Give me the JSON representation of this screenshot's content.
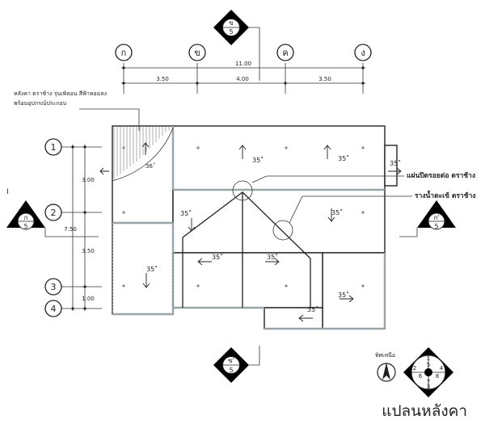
{
  "drawing_title": "แปลนหลังคา",
  "grid_top": {
    "labels": [
      "ก",
      "ข",
      "ค",
      "ง"
    ],
    "total": "11.00",
    "spans": [
      "3.50",
      "4.00",
      "3.50"
    ]
  },
  "grid_left": {
    "labels": [
      "1",
      "2",
      "3",
      "4"
    ],
    "total": "7.50",
    "spans": [
      "3.00",
      "3.50",
      "1.00"
    ]
  },
  "sections": {
    "top": {
      "letter": "ข",
      "sheet": "5"
    },
    "bottom": {
      "letter": "ข'",
      "sheet": "5"
    },
    "left": {
      "letter": "ก",
      "sheet": "5"
    },
    "right": {
      "letter": "ก'",
      "sheet": "5"
    }
  },
  "notes": {
    "roof_line1": "หลังคา ตราช้าง รุ่นเพิลอน สีฟ้าหอมลง",
    "roof_line2": "พร้อมอุปกรณ์ประกอบ",
    "ridge": "แผ่นปิดรอยต่อ ตราช้าง",
    "gutter": "รางน้ำตะเข้ ตราช้าง"
  },
  "slope_labels": [
    "35˚",
    "35˚",
    "35˚",
    "35˚",
    "35˚",
    "35˚",
    "35˚",
    "35˚",
    "35˚",
    "35˚"
  ],
  "small_slope": "36˚",
  "compass": {
    "label": "ทิศเหนือ",
    "key_numbers": [
      "1",
      "2",
      "3",
      "4",
      "5",
      "6",
      "7",
      "8"
    ]
  },
  "page_mark": "I"
}
